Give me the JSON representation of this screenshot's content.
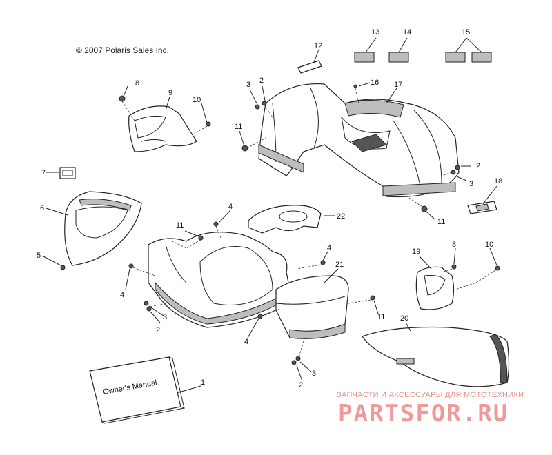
{
  "copyright": "© 2007 Polaris Sales Inc.",
  "manual_text": "Owner's Manual",
  "watermark": {
    "subtitle": "ЗАПЧАСТИ И АКСЕССУАРЫ ДЛЯ МОТОТЕХНИКИ",
    "logo": "PARTSFOR.RU"
  },
  "callouts": {
    "c1": "1",
    "c2a": "2",
    "c2b": "2",
    "c2c": "2",
    "c2d": "2",
    "c3a": "3",
    "c3b": "3",
    "c3c": "3",
    "c3d": "3",
    "c4a": "4",
    "c4b": "4",
    "c4c": "4",
    "c4d": "4",
    "c5": "5",
    "c6": "6",
    "c7": "7",
    "c8a": "8",
    "c8b": "8",
    "c9": "9",
    "c10a": "10",
    "c10b": "10",
    "c11a": "11",
    "c11b": "11",
    "c11c": "11",
    "c11d": "11",
    "c12": "12",
    "c13": "13",
    "c14": "14",
    "c15": "15",
    "c16": "16",
    "c17": "17",
    "c18": "18",
    "c19": "19",
    "c20": "20",
    "c21": "21",
    "c22": "22"
  }
}
